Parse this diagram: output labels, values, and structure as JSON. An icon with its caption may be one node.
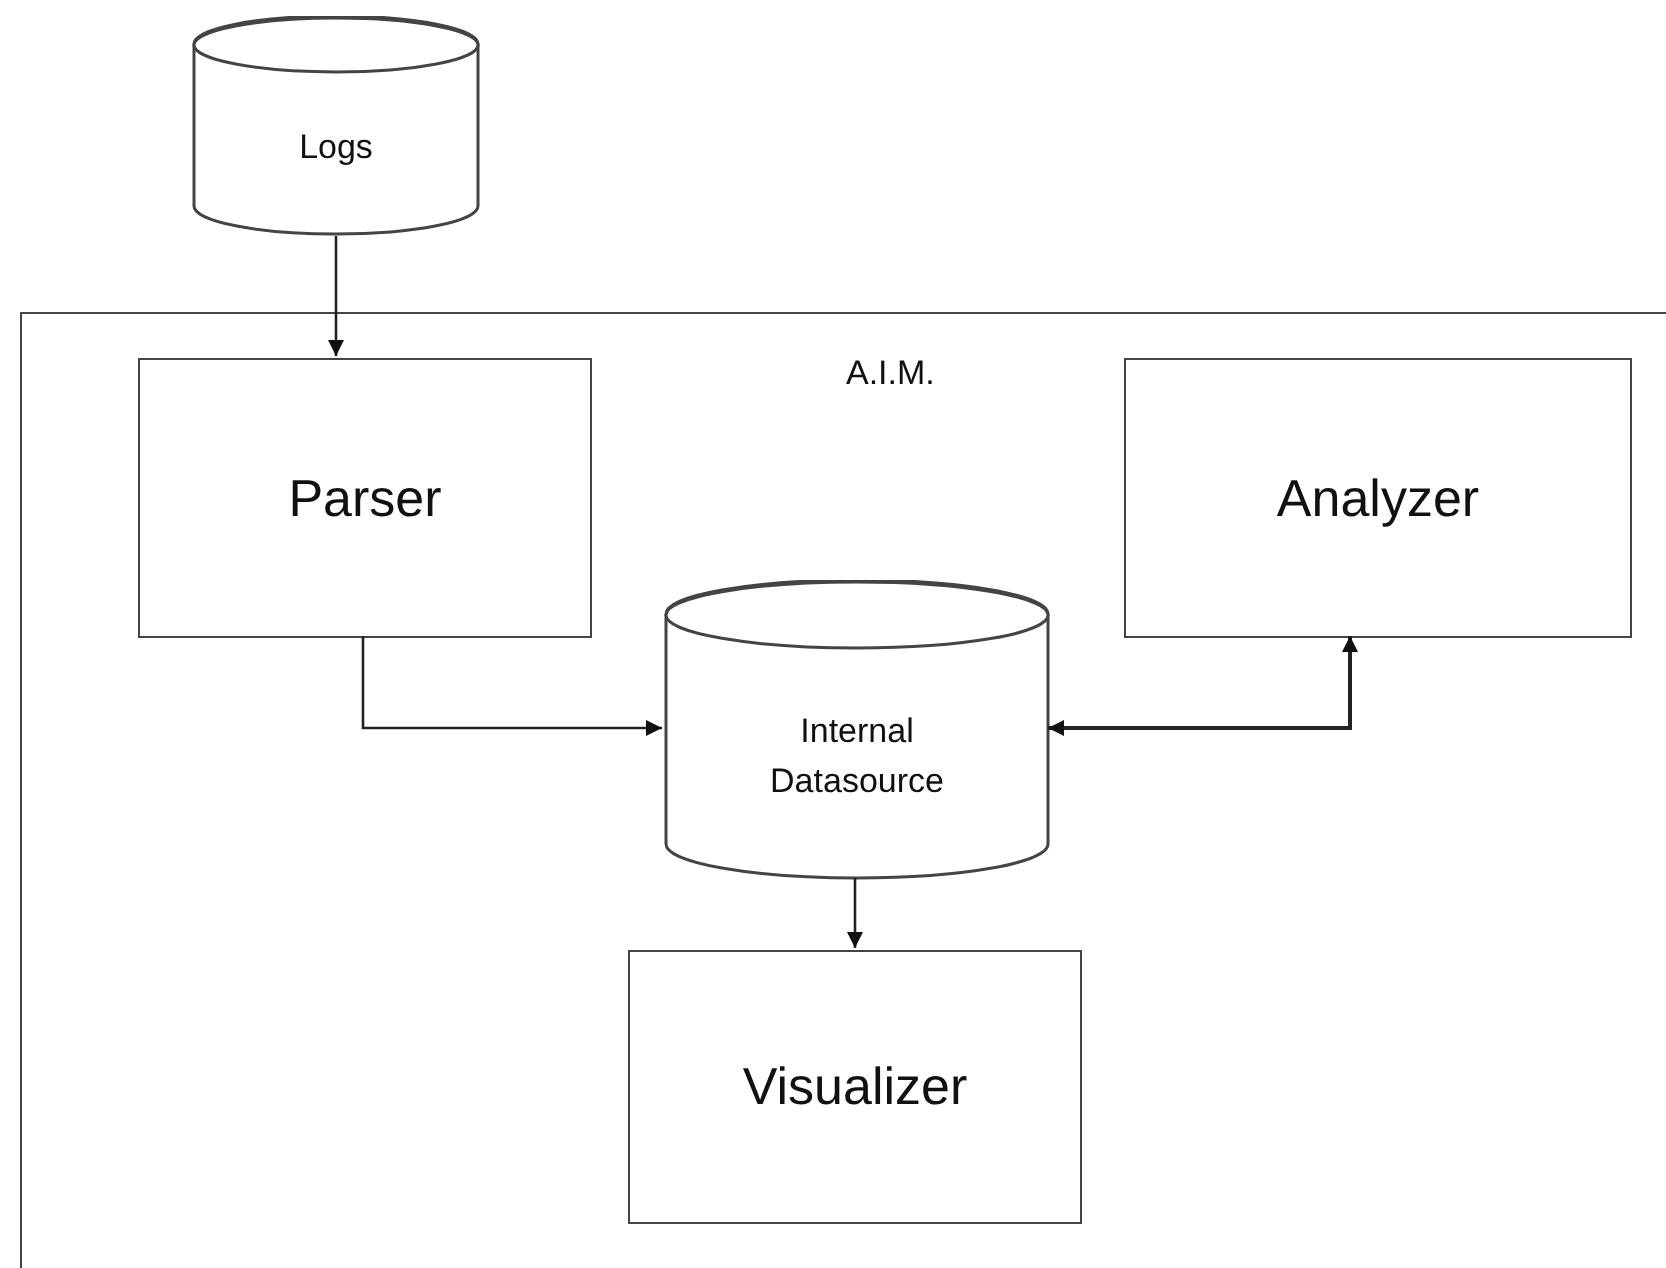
{
  "diagram": {
    "nodes": [
      {
        "text": [
          "Logs"
        ]
      },
      {
        "text": [
          "A.I.M."
        ]
      },
      {
        "text": [
          "Parser"
        ],
        "in": 1
      },
      {
        "text": [
          "Analyzer"
        ],
        "in": 1
      },
      {
        "text": [
          "Internal Datasource"
        ],
        "in": 1
      },
      {
        "text": [
          "Visualizer"
        ],
        "in": 1
      }
    ],
    "edges": [
      {
        "from": 0,
        "to": 2,
        "arrow": "to"
      },
      {
        "from": 2,
        "to": 4,
        "arrow": "to"
      },
      {
        "from": 4,
        "to": 3,
        "arrow": "both"
      },
      {
        "from": 4,
        "to": 5,
        "arrow": "to"
      }
    ]
  }
}
